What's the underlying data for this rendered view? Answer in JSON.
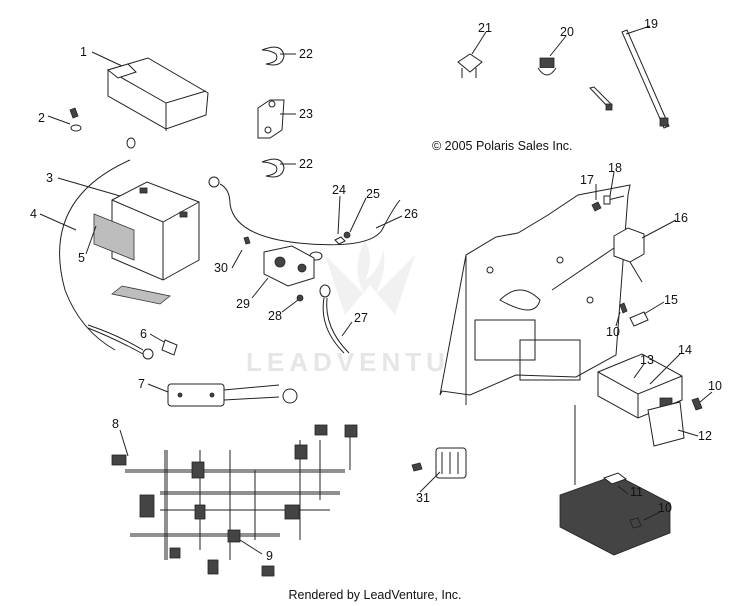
{
  "copyright": "© 2005 Polaris Sales Inc.",
  "watermark": "LEADVENTU",
  "footer": "Rendered by LeadVenture, Inc.",
  "callouts": {
    "c1": "1",
    "c2": "2",
    "c3": "3",
    "c4": "4",
    "c5": "5",
    "c6": "6",
    "c7": "7",
    "c8": "8",
    "c9": "9",
    "c10a": "10",
    "c10b": "10",
    "c10c": "10",
    "c11": "11",
    "c12": "12",
    "c13": "13",
    "c14": "14",
    "c15": "15",
    "c16": "16",
    "c17": "17",
    "c18": "18",
    "c19": "19",
    "c20": "20",
    "c21": "21",
    "c22a": "22",
    "c22b": "22",
    "c23": "23",
    "c24": "24",
    "c25": "25",
    "c26": "26",
    "c27": "27",
    "c28": "28",
    "c29": "29",
    "c30": "30",
    "c31": "31"
  }
}
